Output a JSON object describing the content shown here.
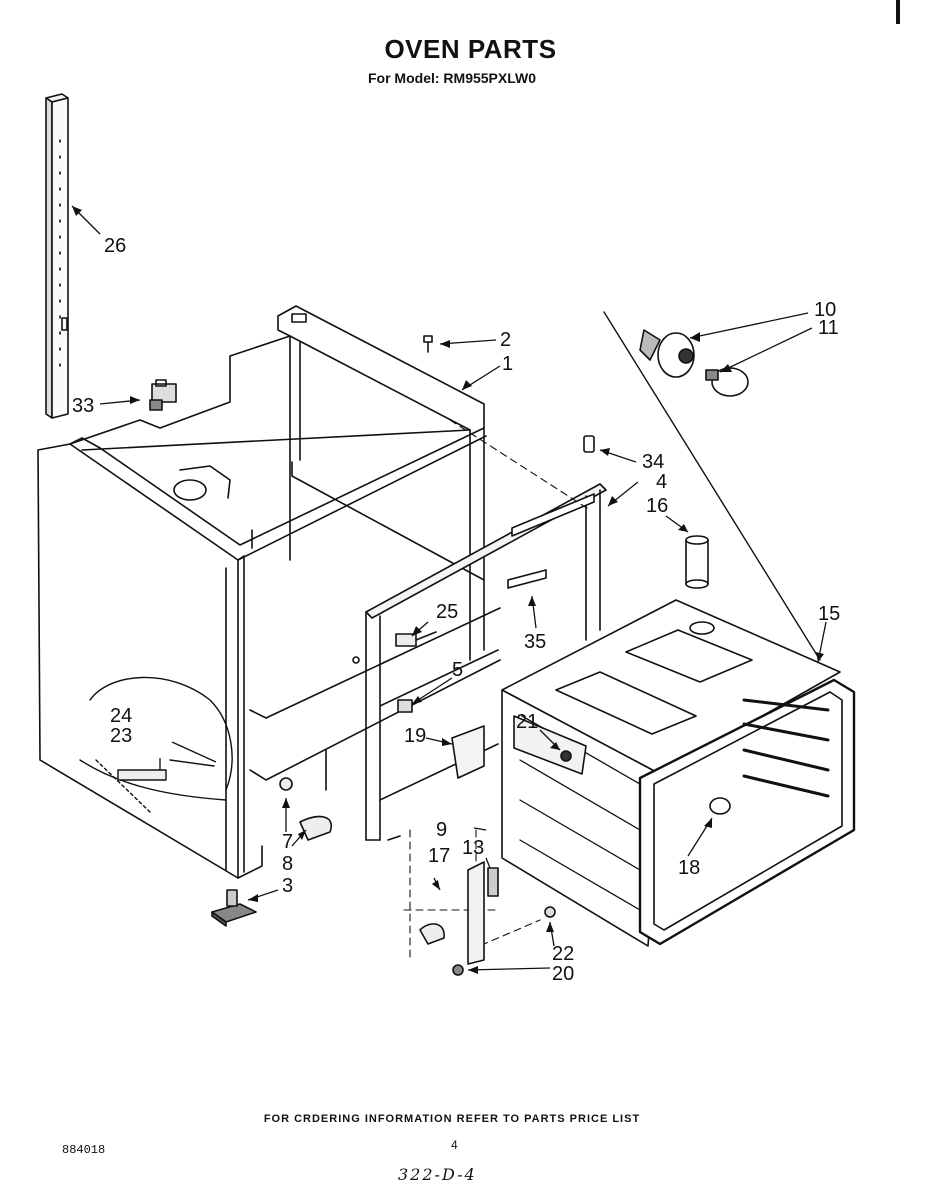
{
  "header": {
    "title": "OVEN PARTS",
    "subtitle": "For Model: RM955PXLW0"
  },
  "callouts": [
    "1",
    "2",
    "3",
    "4",
    "5",
    "7",
    "8",
    "9",
    "10",
    "11",
    "13",
    "15",
    "16",
    "17",
    "18",
    "19",
    "20",
    "21",
    "22",
    "23",
    "24",
    "25",
    "26",
    "33",
    "34",
    "35"
  ],
  "footer": {
    "ordering_note": "FOR CRDERING INFORMATION REFER TO PARTS PRICE LIST",
    "doc_number": "884018",
    "page_number": "4",
    "handwritten_code": "322-D-4"
  }
}
